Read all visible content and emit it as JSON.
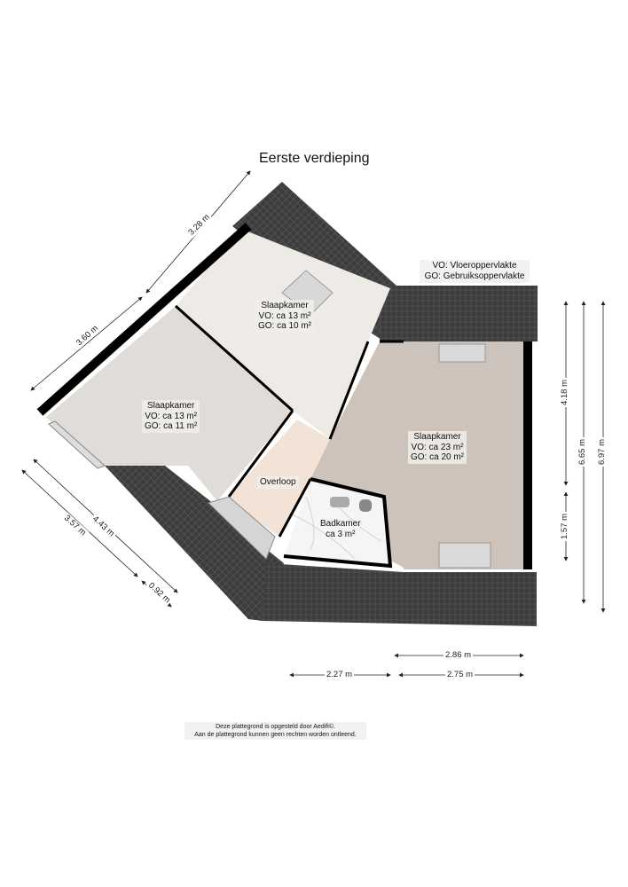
{
  "title": "Eerste verdieping",
  "legend": {
    "vo": "VO: Vloeroppervlakte",
    "go": "GO: Gebruiksoppervlakte"
  },
  "rooms": [
    {
      "name": "Slaapkamer",
      "vo": "VO: ca 13 m²",
      "go": "GO: ca 10 m²"
    },
    {
      "name": "Slaapkamer",
      "vo": "VO: ca 13 m²",
      "go": "GO: ca 11 m²"
    },
    {
      "name": "Slaapkamer",
      "vo": "VO: ca 23 m²",
      "go": "GO: ca 20 m²"
    },
    {
      "name": "Overloop"
    },
    {
      "name": "Badkamer",
      "area": "ca 3 m²"
    }
  ],
  "dimensions": {
    "top_left_diag_upper": "3.28 m",
    "top_left_diag_lower": "3.60 m",
    "bottom_left_outer": "4.43 m",
    "bottom_left_inner": "3.57 m",
    "bottom_left_small": "0.92 m",
    "right_inner_upper": "4.18 m",
    "right_inner_lower": "1.57 m",
    "right_middle": "6.65 m",
    "right_outer": "6.97 m",
    "bottom_top": "2.86 m",
    "bottom_left": "2.27 m",
    "bottom_right": "2.75 m"
  },
  "disclaimer": {
    "line1": "Deze plattegrond is opgesteld door Aedifi©.",
    "line2": "Aan de plattegrond kunnen geen rechten worden ontleend."
  },
  "colors": {
    "roof": "#3a3a3a",
    "wall": "#000000",
    "bedroom_light": "#eeebe6",
    "bedroom_left": "#e0ddd8",
    "bedroom_main": "#cdc3ba",
    "landing": "#f3e3d6",
    "bathroom": "#f4f4f4"
  }
}
